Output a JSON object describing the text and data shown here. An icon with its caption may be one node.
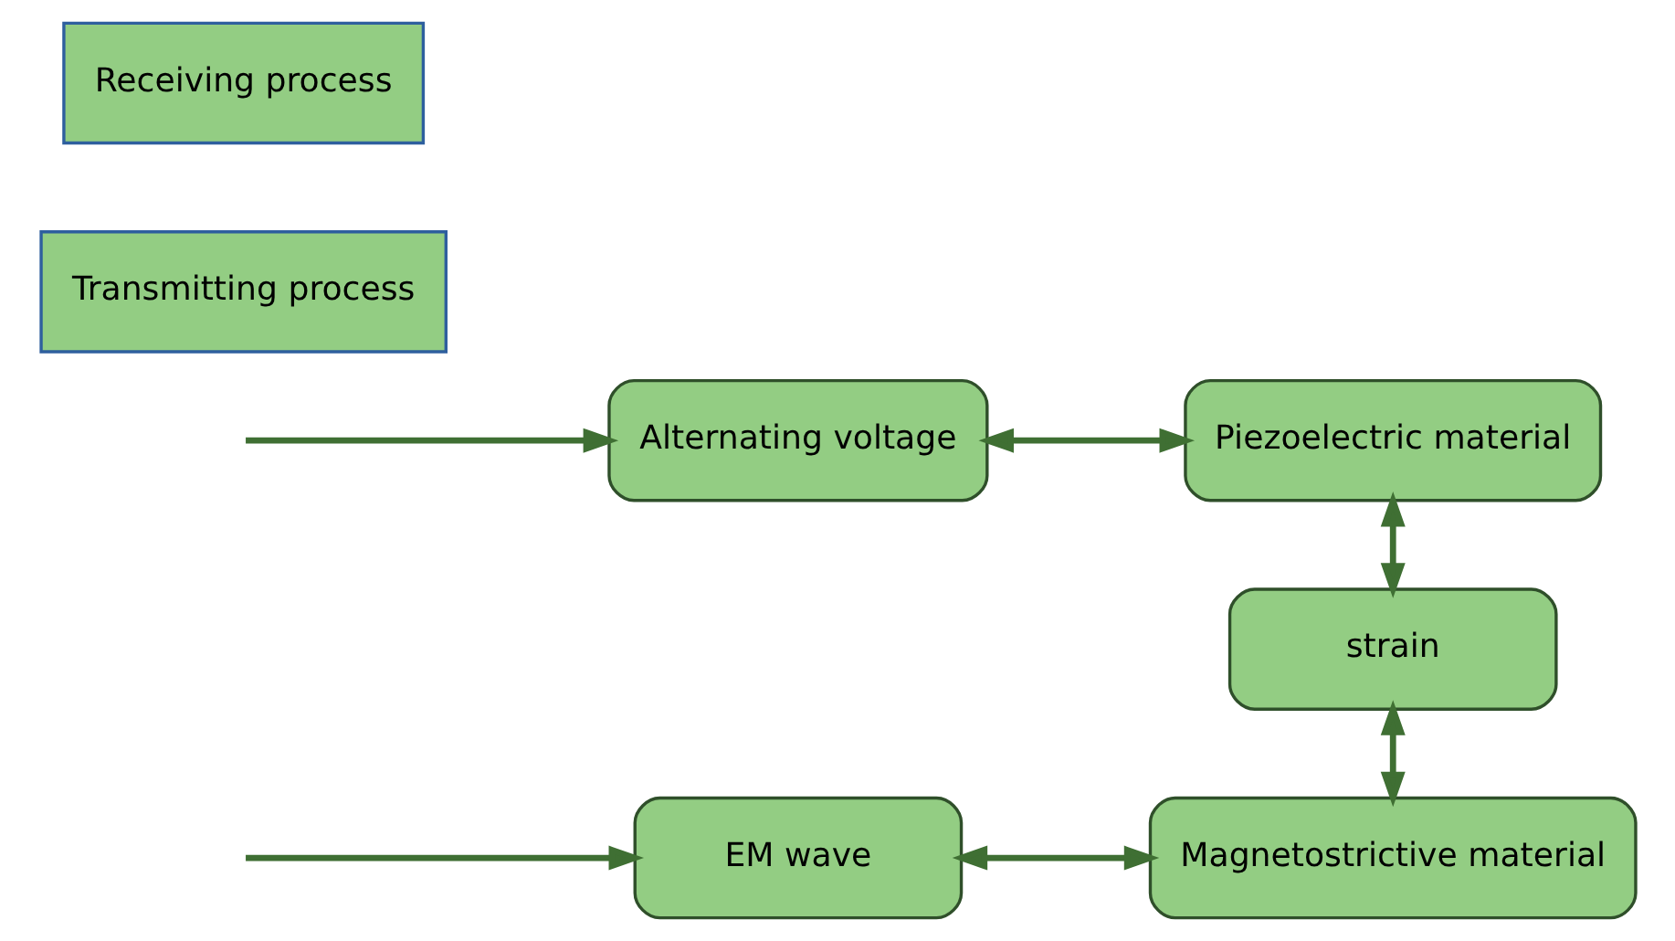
{
  "diagram": {
    "nodes": [
      {
        "text": [
          "Transmitting process"
        ]
      },
      {
        "text": [
          "Alternating voltage"
        ]
      },
      {
        "text": [
          "Piezoelectric material"
        ]
      },
      {
        "text": [
          "strain"
        ]
      },
      {
        "text": [
          "Receiving process"
        ]
      },
      {
        "text": [
          "EM wave"
        ]
      },
      {
        "text": [
          "Magnetostrictive material"
        ]
      }
    ],
    "edges": [
      {
        "from": null,
        "to": 1,
        "arrow": "to"
      },
      {
        "from": 1,
        "to": 2,
        "arrow": "both"
      },
      {
        "from": 2,
        "to": 3,
        "arrow": "both"
      },
      {
        "from": 3,
        "to": 6,
        "arrow": "both"
      },
      {
        "from": null,
        "to": 5,
        "arrow": "to"
      },
      {
        "from": 5,
        "to": 6,
        "arrow": "both"
      }
    ]
  }
}
